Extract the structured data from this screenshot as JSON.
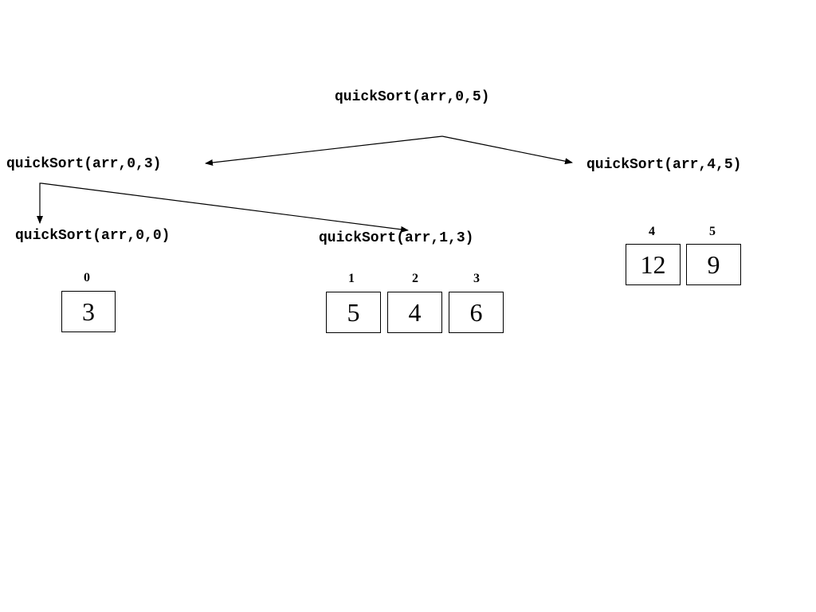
{
  "calls": {
    "root": "quickSort(arr,0,5)",
    "left": "quickSort(arr,0,3)",
    "right": "quickSort(arr,4,5)",
    "left_left": "quickSort(arr,0,0)",
    "left_right": "quickSort(arr,1,3)"
  },
  "arrays": {
    "a00": {
      "indices": [
        "0"
      ],
      "values": [
        "3"
      ]
    },
    "a13": {
      "indices": [
        "1",
        "2",
        "3"
      ],
      "values": [
        "5",
        "4",
        "6"
      ]
    },
    "a45": {
      "indices": [
        "4",
        "5"
      ],
      "values": [
        "12",
        "9"
      ]
    }
  },
  "colors": {
    "ink": "#000000",
    "background": "#ffffff"
  }
}
